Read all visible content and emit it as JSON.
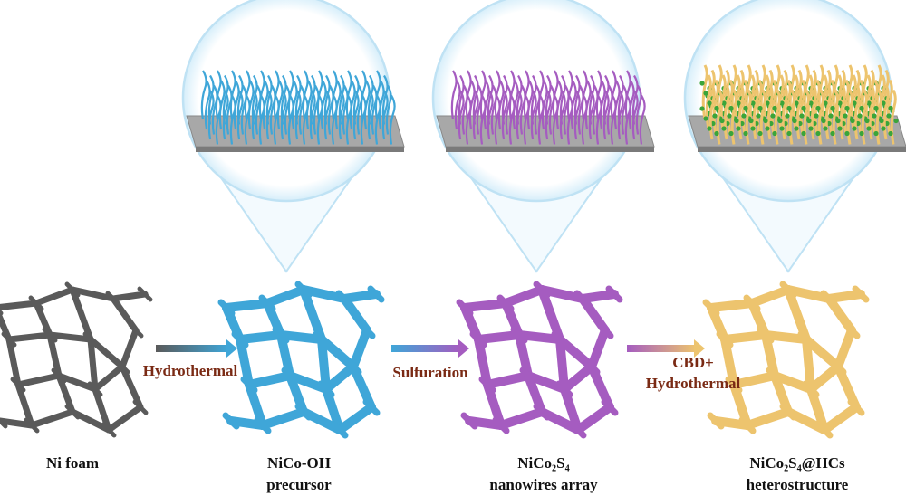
{
  "steps": [
    {
      "label": "Hydrothermal"
    },
    {
      "label": "Sulfuration"
    },
    {
      "label_line1": "CBD+",
      "label_line2": "Hydrothermal"
    }
  ],
  "materials": [
    {
      "line1": "Ni foam",
      "line2": ""
    },
    {
      "line1": "NiCo-OH",
      "line2": "precursor"
    },
    {
      "line1": "NiCo₂S₄",
      "line2": "nanowires array"
    },
    {
      "line1": "NiCo₂S₄@HCs",
      "line2": "heterostructure"
    }
  ],
  "colors": {
    "ni_foam": "#5a5a5a",
    "nico_oh": "#3fa6d8",
    "nico2s4": "#a55cc0",
    "heterostructure": "#edc46e",
    "hc_particles": "#3aa53a",
    "step_text": "#7a2a14",
    "bubble": "#cde9f7"
  }
}
